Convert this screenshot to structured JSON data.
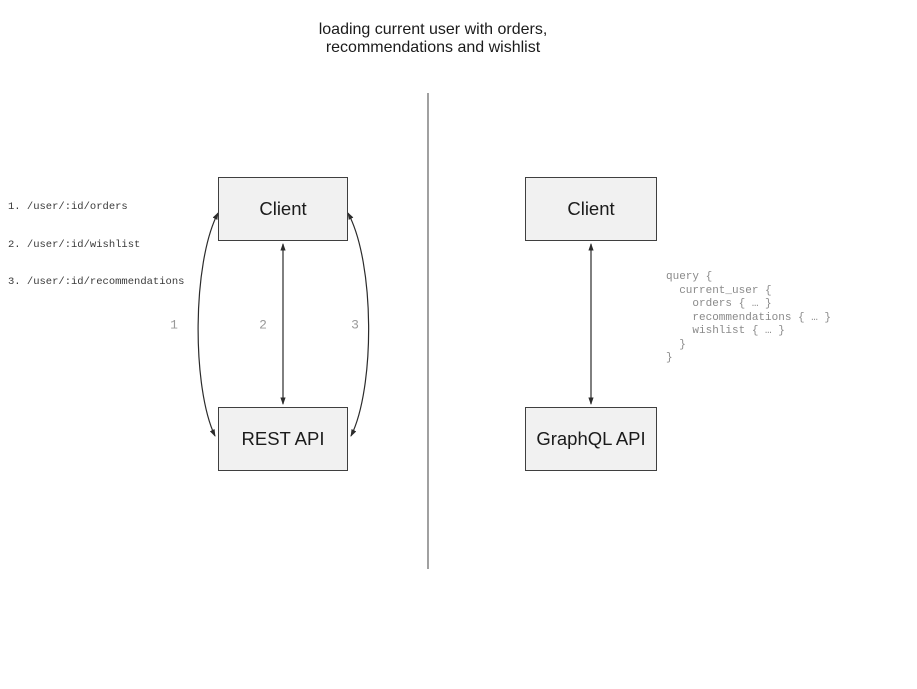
{
  "title": {
    "line1": "loading current user with orders,",
    "line2": "recommendations and wishlist"
  },
  "rest_panel": {
    "endpoints": [
      "1. /user/:id/orders",
      "2. /user/:id/wishlist",
      "3. /user/:id/recommendations"
    ],
    "client_box_label": "Client",
    "api_box_label": "REST API",
    "arrow_labels": [
      "1",
      "2",
      "3"
    ]
  },
  "graphql_panel": {
    "client_box_label": "Client",
    "api_box_label": "GraphQL API",
    "query_code": "query {\n  current_user {\n    orders { … }\n    recommendations { … }\n    wishlist { … }\n  }\n}"
  },
  "colors": {
    "box_fill": "#f1f1f1",
    "box_border": "#3f3f3f",
    "ink": "#1b1b1b",
    "mono_dark": "#3a3a3a",
    "gray_label": "#999999",
    "gray_query": "#8a8a8a",
    "divider": "#6e6e6e",
    "arrow": "#2b2b2b"
  }
}
